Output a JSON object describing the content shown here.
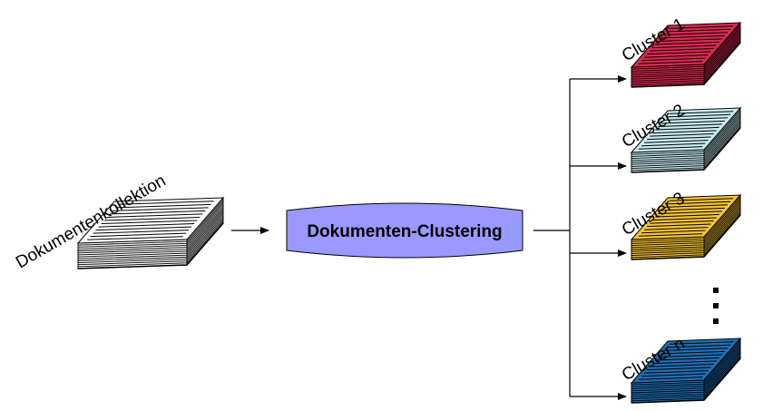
{
  "source": {
    "label": "Dokumentenkollektion",
    "color": "#ffffff"
  },
  "process": {
    "label": "Dokumenten-Clustering",
    "fill": "#9999ff"
  },
  "clusters": [
    {
      "label": "Cluster 1",
      "color": "#dc2850"
    },
    {
      "label": "Cluster 2",
      "color": "#c8ebf0"
    },
    {
      "label": "Cluster 3",
      "color": "#f5c332"
    },
    {
      "label": "Cluster n",
      "color": "#1e6eb4"
    }
  ],
  "ellipsis": "⋮"
}
